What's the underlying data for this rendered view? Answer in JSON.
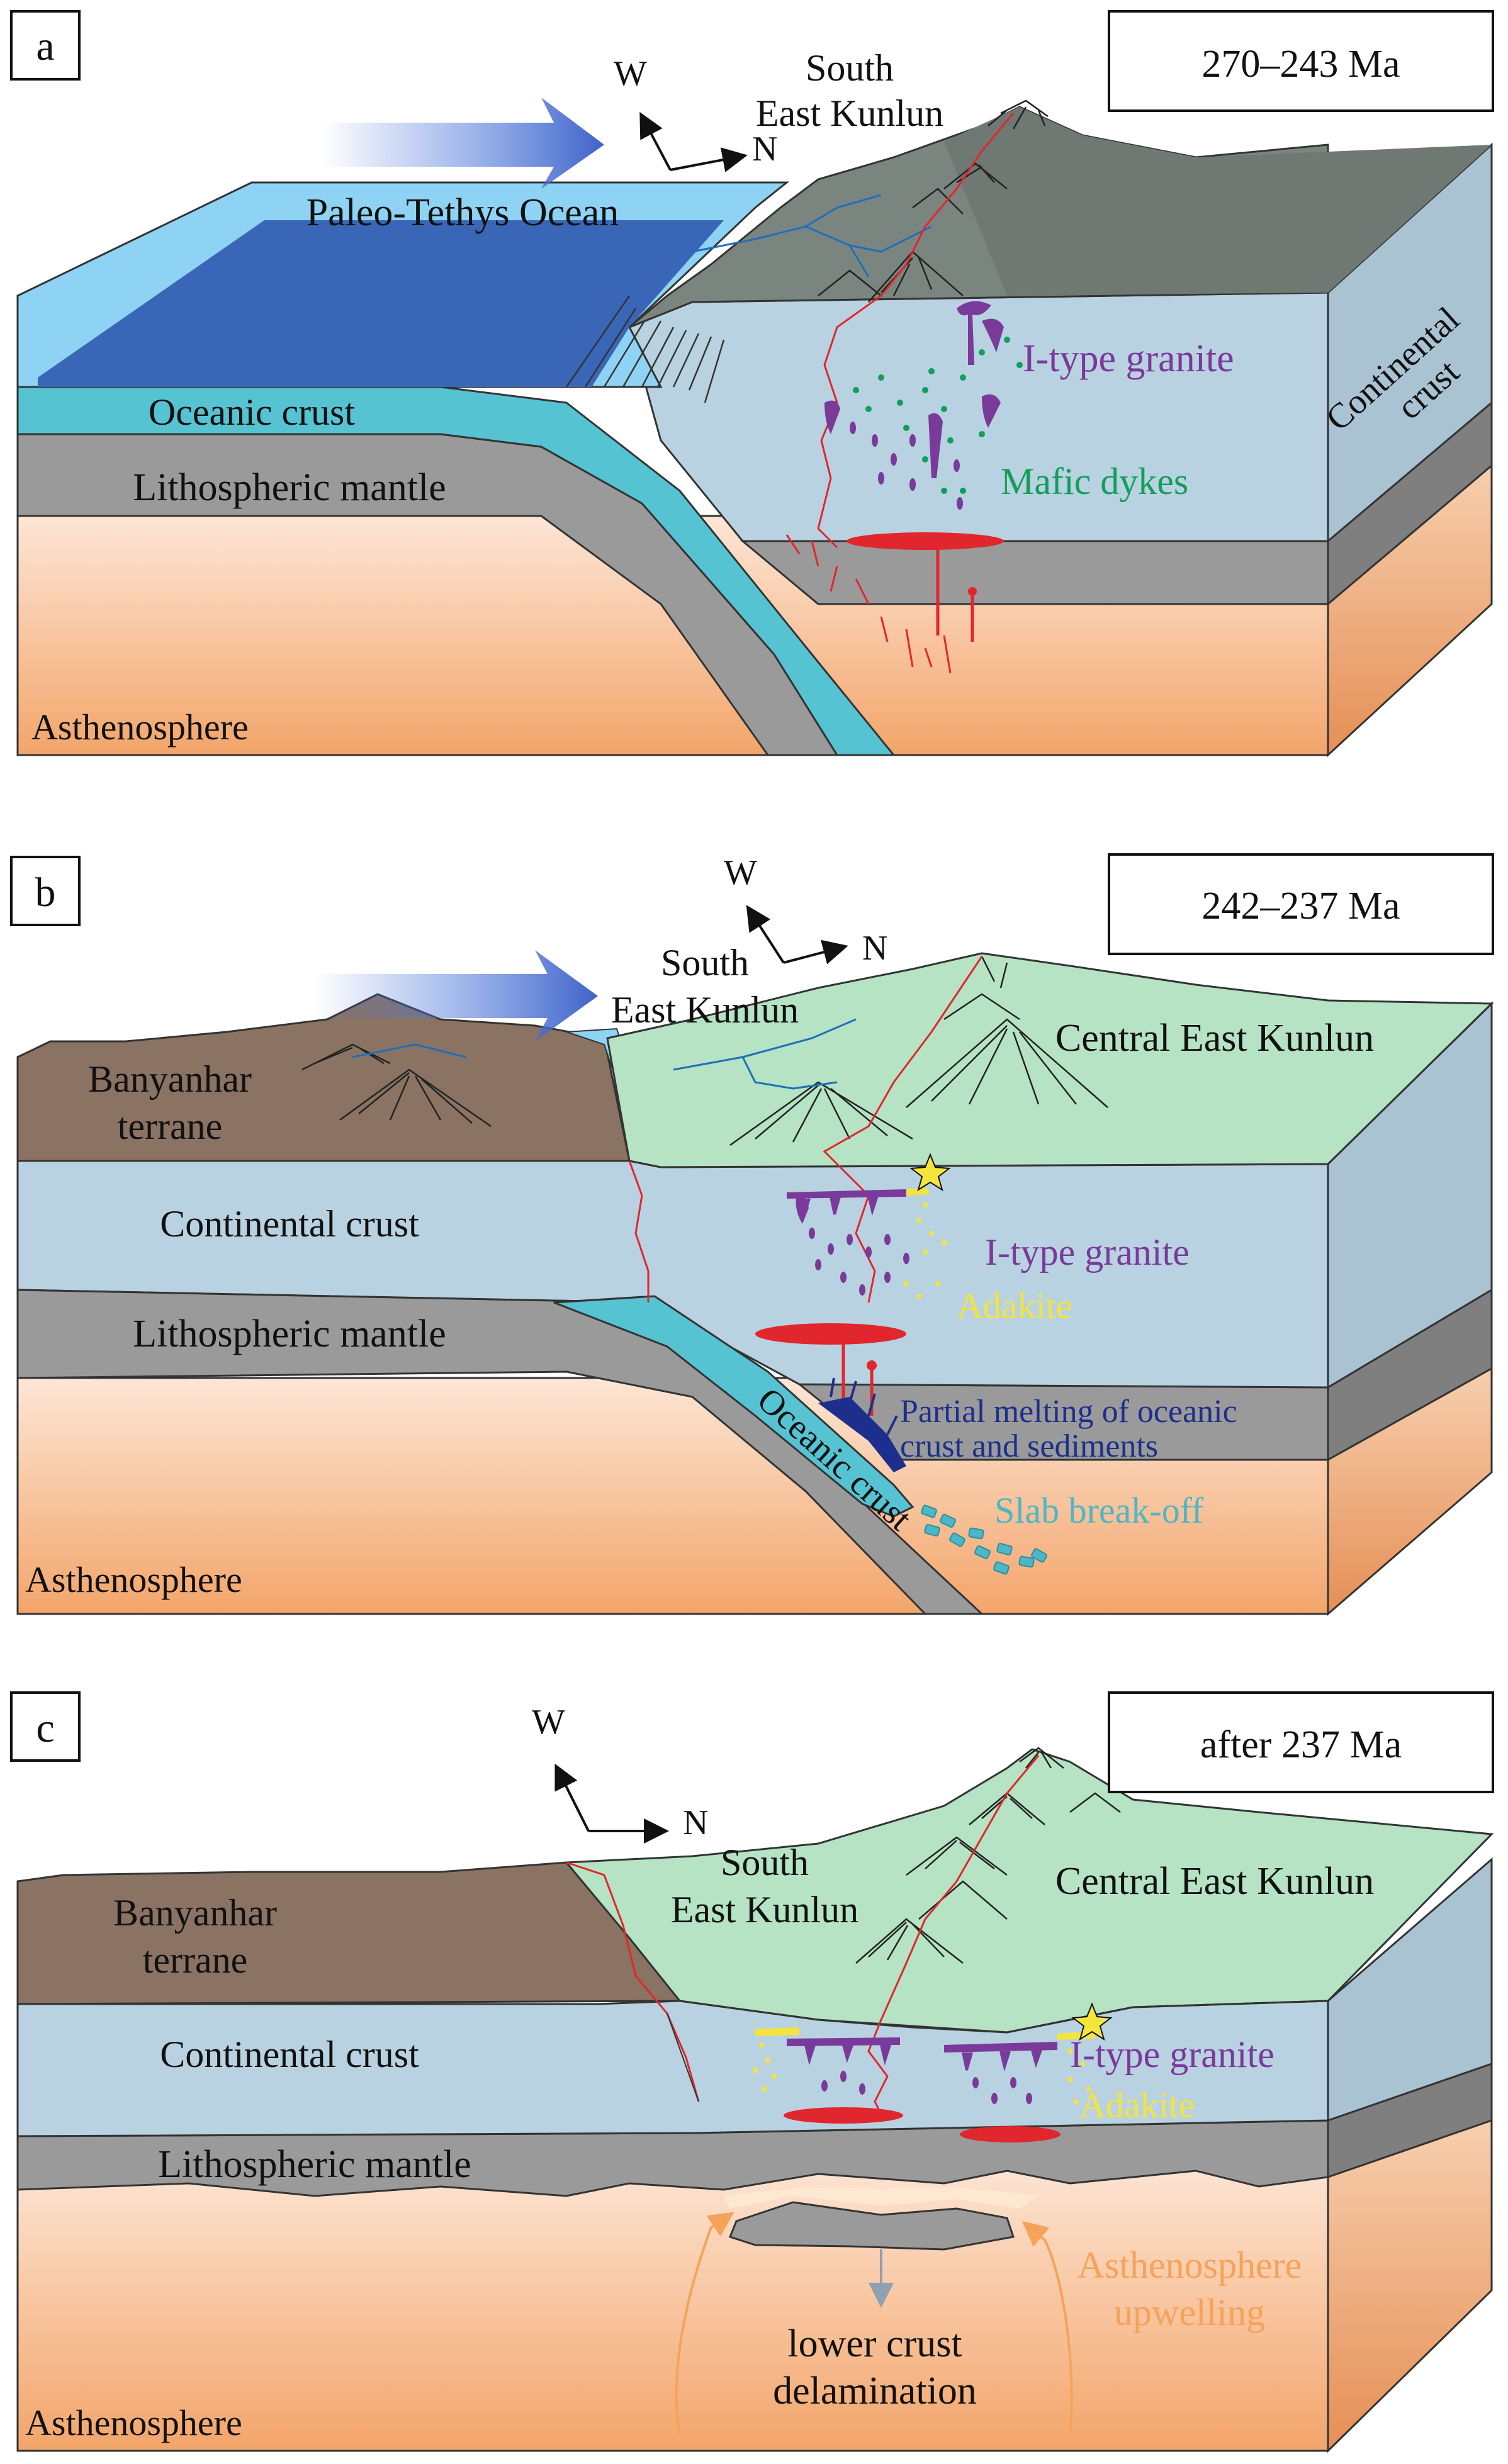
{
  "colors": {
    "ocean_light": "#8fd3f4",
    "ocean_deep": "#3a66b8",
    "oceanic_crust": "#56c3d3",
    "continental_crust": "#b9d2e1",
    "lithospheric_mantle": "#9a9a9a",
    "asthenosphere_top": "#fde6d6",
    "asthenosphere_bottom": "#f3a56a",
    "south_ek_a": "#7b8580",
    "terrane_green": "#b5e3c4",
    "banyanhar_brown": "#8a7363",
    "magma_red": "#e1262d",
    "granite_purple": "#7a3a9a",
    "dyke_green": "#129e5a",
    "adakite_yellow": "#f5e43c",
    "partial_melt_blue": "#1c2f8c",
    "slab_breakoff": "#4bb7c7",
    "upwelling_orange": "#f5a35a",
    "arrow_blue": "#4a74d8"
  },
  "panels": [
    {
      "letter": "a",
      "age": "270–243 Ma",
      "compass": {
        "w": "W",
        "n": "N"
      },
      "labels": {
        "south_east_kunlun_1": "South",
        "south_east_kunlun_2": "East Kunlun",
        "paleo_tethys": "Paleo-Tethys Ocean",
        "i_type_granite": "I-type granite",
        "continental_crust_1": "Continental",
        "continental_crust_2": "crust",
        "oceanic_crust": "Oceanic crust",
        "lithospheric_mantle": "Lithospheric mantle",
        "mafic_dykes": "Mafic dykes",
        "asthenosphere": "Asthenosphere"
      }
    },
    {
      "letter": "b",
      "age": "242–237 Ma",
      "compass": {
        "w": "W",
        "n": "N"
      },
      "labels": {
        "south_east_kunlun_1": "South",
        "south_east_kunlun_2": "East Kunlun",
        "central_east_kunlun": "Central East Kunlun",
        "banyanhar_1": "Banyanhar",
        "banyanhar_2": "terrane",
        "continental_crust": "Continental crust",
        "i_type_granite": "I-type granite",
        "adakite": "Adakite",
        "lithospheric_mantle": "Lithospheric mantle",
        "oceanic_crust": "Oceanic crust",
        "partial_melting_1": "Partial melting of oceanic",
        "partial_melting_2": "crust and sediments",
        "slab_breakoff": "Slab break-off",
        "asthenosphere": "Asthenosphere"
      }
    },
    {
      "letter": "c",
      "age": "after 237 Ma",
      "compass": {
        "w": "W",
        "n": "N"
      },
      "labels": {
        "south_east_kunlun_1": "South",
        "south_east_kunlun_2": "East Kunlun",
        "central_east_kunlun": "Central East Kunlun",
        "banyanhar_1": "Banyanhar",
        "banyanhar_2": "terrane",
        "continental_crust": "Continental crust",
        "i_type_granite": "I-type granite",
        "adakite": "Adakite",
        "lithospheric_mantle": "Lithospheric mantle",
        "asthenosphere_upwelling_1": "Asthenosphere",
        "asthenosphere_upwelling_2": "upwelling",
        "lower_crust_1": "lower crust",
        "lower_crust_2": "delamination",
        "asthenosphere": "Asthenosphere"
      }
    }
  ]
}
